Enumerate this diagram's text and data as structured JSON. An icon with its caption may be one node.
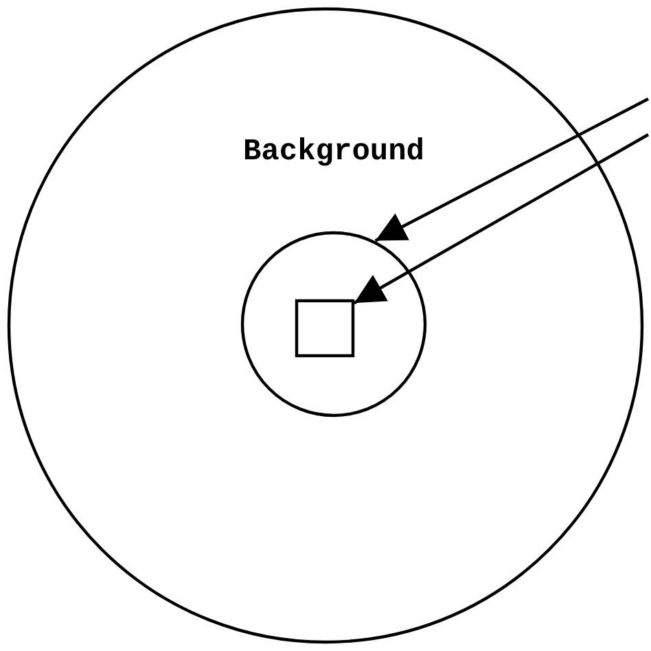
{
  "diagram": {
    "nodes": [
      {
        "text": [
          "Background"
        ]
      },
      {
        "text": [],
        "shape": "circle",
        "in": 0
      },
      {
        "text": [],
        "shape": "box",
        "in": 1
      }
    ],
    "edges": [
      {
        "from": null,
        "to": 1,
        "arrow": "to"
      },
      {
        "from": null,
        "to": 2,
        "arrow": "to"
      }
    ]
  }
}
